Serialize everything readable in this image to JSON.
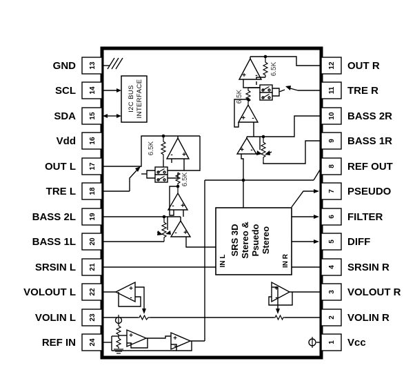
{
  "diagram": {
    "background": "#ffffff",
    "ink": "#000000",
    "left_pins": [
      {
        "num": "13",
        "label": "GND"
      },
      {
        "num": "14",
        "label": "SCL"
      },
      {
        "num": "15",
        "label": "SDA"
      },
      {
        "num": "16",
        "label": "Vdd"
      },
      {
        "num": "17",
        "label": "OUT L"
      },
      {
        "num": "18",
        "label": "TRE L"
      },
      {
        "num": "19",
        "label": "BASS 2L"
      },
      {
        "num": "20",
        "label": "BASS 1L"
      },
      {
        "num": "21",
        "label": "SRSIN L"
      },
      {
        "num": "22",
        "label": "VOLOUT L"
      },
      {
        "num": "23",
        "label": "VOLIN L"
      },
      {
        "num": "24",
        "label": "REF IN"
      }
    ],
    "right_pins": [
      {
        "num": "12",
        "label": "OUT R"
      },
      {
        "num": "11",
        "label": "TRE R"
      },
      {
        "num": "10",
        "label": "BASS 2R"
      },
      {
        "num": "9",
        "label": "BASS 1R"
      },
      {
        "num": "8",
        "label": "REF OUT"
      },
      {
        "num": "7",
        "label": "PSEUDO"
      },
      {
        "num": "6",
        "label": "FILTER"
      },
      {
        "num": "5",
        "label": "DIFF"
      },
      {
        "num": "4",
        "label": "SRSIN R"
      },
      {
        "num": "3",
        "label": "VOLOUT R"
      },
      {
        "num": "2",
        "label": "VOLIN R"
      },
      {
        "num": "1",
        "label": "Vcc"
      }
    ],
    "i2c_block": {
      "line1": "I2C BUS",
      "line2": "INTERFACE"
    },
    "srs_block": {
      "line1": "SRS 3D",
      "line2": "Stereo &",
      "line3": "Psuedo",
      "line4": "Stereo",
      "in_l": "IN L",
      "in_r": "IN R"
    },
    "resistors": {
      "r1l": "6.5K",
      "r2l": "6.5K",
      "r1r": "6.5K",
      "r2r": "6.5K"
    }
  }
}
